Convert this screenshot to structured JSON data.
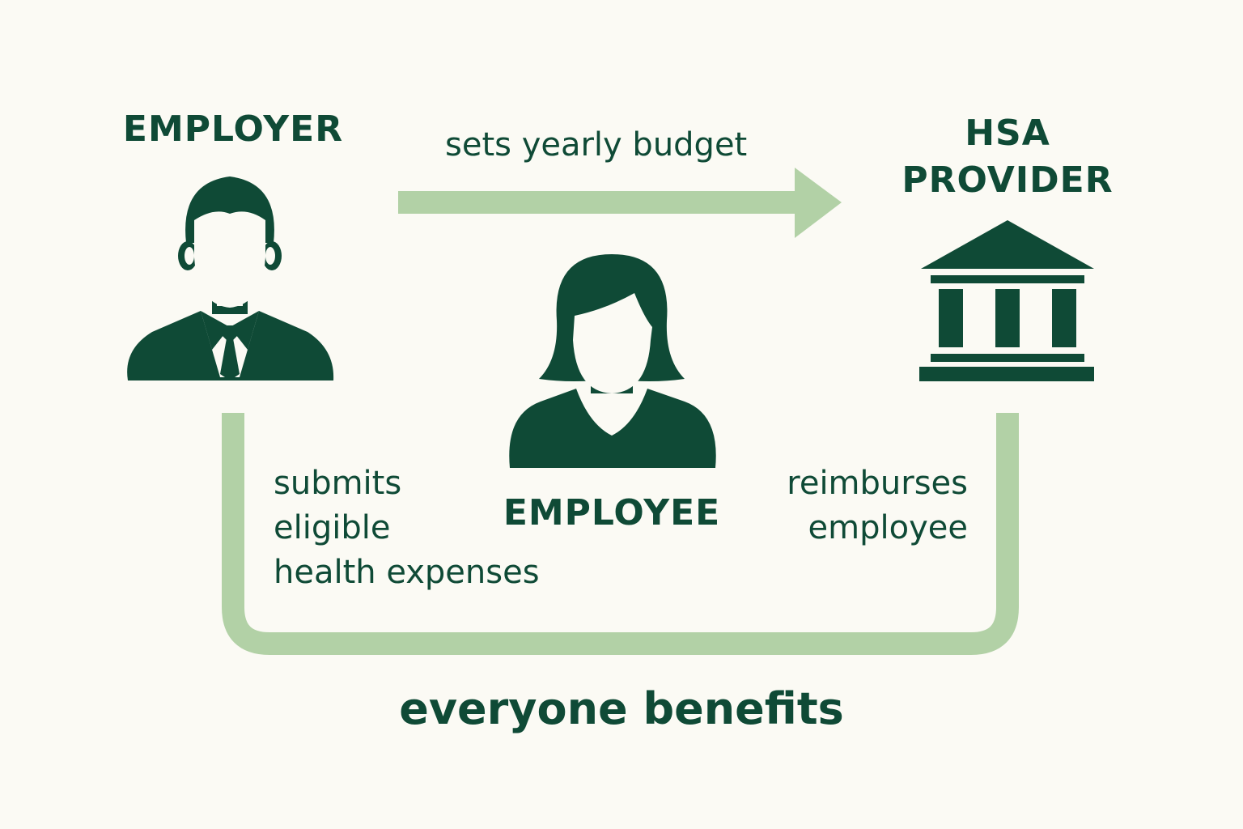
{
  "colors": {
    "background": "#fbfaf4",
    "primary": "#0f4a36",
    "arrow": "#b2d1a6"
  },
  "nodes": {
    "employer": {
      "label": "EMPLOYER",
      "icon": "businessman-icon"
    },
    "employee": {
      "label": "EMPLOYEE",
      "icon": "woman-icon"
    },
    "provider": {
      "label_line1": "HSA",
      "label_line2": "PROVIDER",
      "icon": "bank-building-icon"
    }
  },
  "edges": {
    "budget": {
      "label": "sets yearly budget"
    },
    "submits": {
      "lines": [
        "submits",
        "eligible",
        "health expenses"
      ]
    },
    "reimburses": {
      "lines": [
        "reimburses",
        "employee"
      ]
    }
  },
  "footer": "everyone benefits"
}
